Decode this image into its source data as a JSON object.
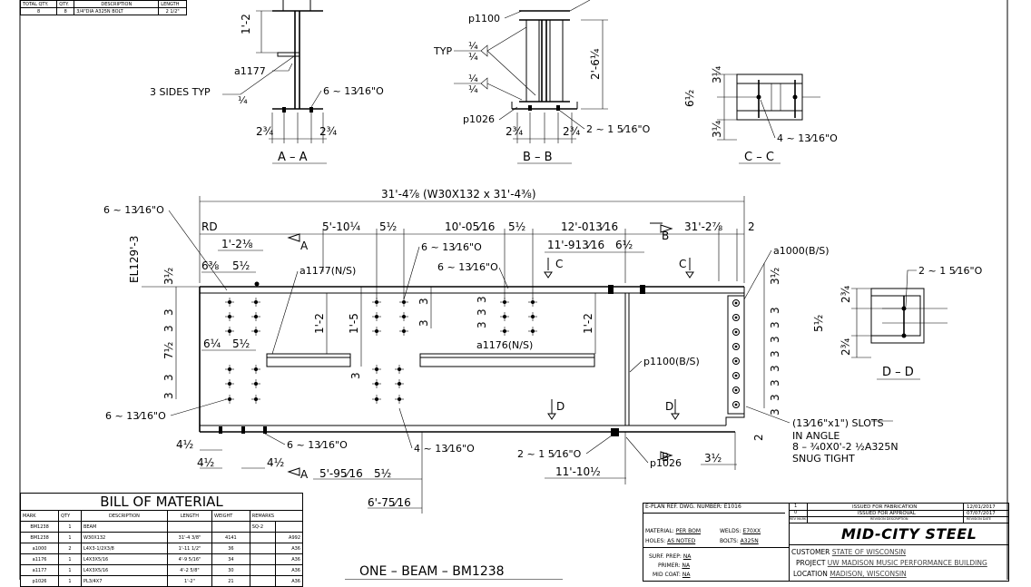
{
  "top_bom": {
    "headers": [
      "TOTAL QTY.",
      "QTY.",
      "DESCRIPTION",
      "LENGTH"
    ],
    "row": [
      "8",
      "8",
      "3/4\"DIA A325N BOLT",
      "2 1/2\""
    ]
  },
  "sections": {
    "aa": {
      "title": "A – A",
      "dims": [
        "1'-2",
        "2¾",
        "2¾"
      ],
      "labels": [
        "a1177",
        "3 SIDES TYP",
        "¼",
        "6 ~ 13⁄16\"O"
      ]
    },
    "bb": {
      "title": "B – B",
      "dims": [
        "2'-6¼",
        "2¾",
        "2¾"
      ],
      "labels": [
        "p1100",
        "TYP",
        "¼",
        "¼",
        "¼",
        "¼",
        "p1026",
        "2 ~ 1 5⁄16\"O"
      ]
    },
    "cc": {
      "title": "C – C",
      "dims": [
        "3¼",
        "6½",
        "3¼"
      ],
      "labels": [
        "4 ~ 13⁄16\"O"
      ]
    },
    "dd": {
      "title": "D – D",
      "dims": [
        "2¾",
        "5½",
        "2¾"
      ],
      "labels": [
        "2 ~ 1 5⁄16\"O"
      ]
    }
  },
  "elevation": {
    "overall": "31'-4⅞ (W30X132 x 31'-4⅜)",
    "top_dims": [
      "RD",
      "5'-10¼",
      "5½",
      "10'-05⁄16",
      "5½",
      "12'-013⁄16",
      "31'-2⅞",
      "2",
      "1'-2⅛",
      "6⅜",
      "5½",
      "11'-913⁄16",
      "6½"
    ],
    "left_dims": [
      "3½",
      "3",
      "3",
      "7½",
      "3",
      "3",
      "6¼",
      "5½"
    ],
    "right_dims": [
      "3½",
      "3",
      "3",
      "3",
      "3",
      "3",
      "3",
      "3",
      "3",
      "2"
    ],
    "mid_dims": [
      "1'-2",
      "1'-5",
      "3",
      "3",
      "3",
      "3",
      "3",
      "1'-2",
      "3"
    ],
    "bottom_dims": [
      "4½",
      "4½",
      "4½",
      "5'-95⁄16",
      "5½",
      "6'-75⁄16",
      "11'-10½",
      "3½"
    ],
    "labels": {
      "el": "EL129'-3",
      "hole_a": "6 ~ 13⁄16\"O",
      "hole_b": "6 ~ 13⁄16\"O",
      "hole_c": "6 ~ 13⁄16\"O",
      "hole_d": "6 ~ 13⁄16\"O",
      "hole_e": "6 ~ 13⁄16\"O",
      "hole_f": "4 ~ 13⁄16\"O",
      "hole_g": "2 ~ 1 5⁄16\"O",
      "a1177": "a1177(N/S)",
      "a1176": "a1176(N/S)",
      "a1000": "a1000(B/S)",
      "p1100": "p1100(B/S)",
      "p1026": "p1026",
      "slots1": "(13⁄16\"x1\") SLOTS",
      "slots2": "IN ANGLE",
      "slots3": "8 – ¾0X0'-2 ½A325N",
      "slots4": "SNUG TIGHT",
      "cut_a": "A",
      "cut_b": "B",
      "cut_c": "C",
      "cut_d": "D"
    }
  },
  "bom": {
    "title": "BILL OF MATERIAL",
    "headers": [
      "MARK",
      "QTY",
      "DESCRIPTION",
      "LENGTH",
      "WEIGHT",
      "REMARKS"
    ],
    "rows": [
      [
        "BM1238",
        "1",
        "BEAM",
        "",
        "",
        "SQ-2",
        ""
      ],
      [
        "BM1238",
        "1",
        "W30X132",
        "31'-4 3/8\"",
        "4141",
        "",
        "A992"
      ],
      [
        "a1000",
        "2",
        "L4X3-1/2X3/8",
        "1'-11 1/2\"",
        "36",
        "",
        "A36"
      ],
      [
        "a1176",
        "1",
        "L4X3X5/16",
        "4'-9 5/16\"",
        "34",
        "",
        "A36"
      ],
      [
        "a1177",
        "1",
        "L4X3X5/16",
        "4'-2 5/8\"",
        "30",
        "",
        "A36"
      ],
      [
        "p1026",
        "1",
        "PL3/4X7",
        "1'-2\"",
        "21",
        "",
        "A36"
      ]
    ]
  },
  "main_title": "ONE – BEAM – BM1238",
  "title_block": {
    "eplan": "E-PLAN REF. DWG. NUMBER:",
    "eplan_val": "E1016",
    "material": "MATERIAL:",
    "material_val": "PER BOM",
    "welds": "WELDS:",
    "welds_val": "E70XX",
    "holes": "HOLES:",
    "holes_val": "AS NOTED",
    "bolts": "BOLTS:",
    "bolts_val": "A325N",
    "surf": "SURF. PREP:",
    "surf_val": "NA",
    "primer": "PRIMER:",
    "primer_val": "NA",
    "midcoat": "MID COAT:",
    "midcoat_val": "NA",
    "rev1_mark": "1",
    "rev1": "ISSUED FOR FABRICATION",
    "rev1_date": "12/01/2017",
    "rev0_mark": "0",
    "rev0": "ISSUED FOR APPROVAL",
    "rev0_date": "07/07/2017",
    "rev_head_mark": "REV MARK",
    "rev_head_desc": "REVISION DESCRIPTION",
    "rev_head_date": "REVISION DATE",
    "company": "MID-CITY STEEL",
    "customer": "CUSTOMER",
    "customer_val": "STATE OF WISCONSIN",
    "project": "PROJECT",
    "project_val": "UW MADISON MUSIC PERFORMANCE BUILDING",
    "location": "LOCATION",
    "location_val": "MADISON, WISCONSIN"
  }
}
